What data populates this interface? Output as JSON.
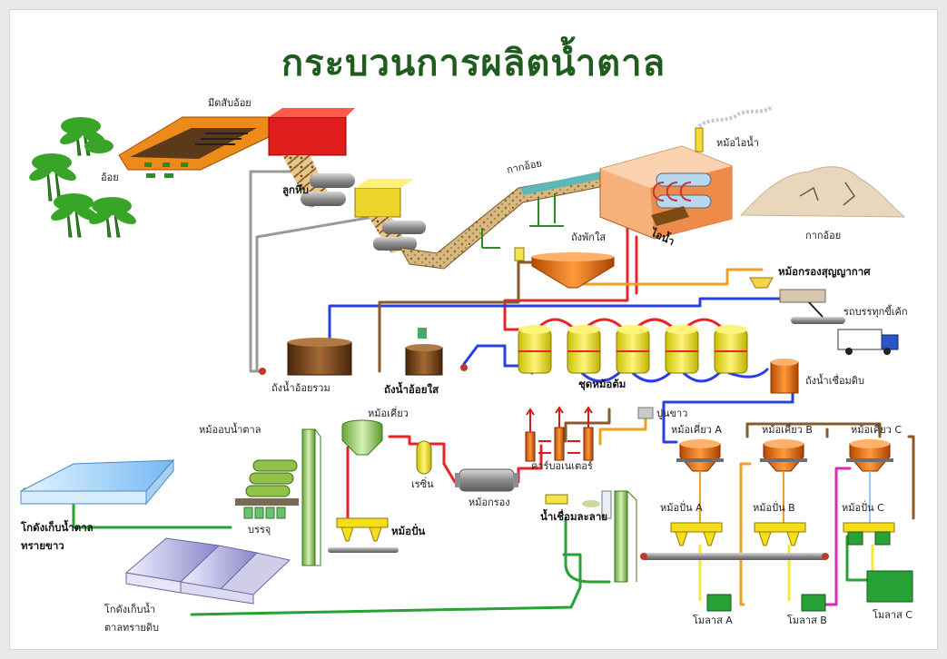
{
  "title": "กระบวนการผลิตน้ำตาล",
  "labels": {
    "cutter": "มีดสับอ้อย",
    "cane": "อ้อย",
    "rollers": "ลูกหีบ",
    "bagasse_conveyor": "กากอ้อย",
    "boiler": "หม้อไอน้ำ",
    "steam": "ไอน้ำ",
    "bagasse_pile": "กากอ้อย",
    "clarifier": "ถังพักใส",
    "vacuum_filter": "หม้อกรองสุญญากาศ",
    "truck": "รถบรรทุกขี้เค้ก",
    "mixed_juice_tank": "ถังน้ำอ้อยรวม",
    "clear_juice_tank": "ถังน้ำอ้อยใส",
    "evaporators": "ชุดหม้อต้ม",
    "syrup_tank": "ถังน้ำเชื่อมดิบ",
    "lime": "ปูนขาว",
    "pan_a": "หม้อเคี่ยว A",
    "pan_b": "หม้อเคี่ยว B",
    "pan_c": "หม้อเคี่ยว C",
    "carbonator": "คาร์บอเนเตอร์",
    "filter": "หม้อกรอง",
    "resin": "เรซิ่น",
    "refine_pan": "หม้อเคี่ยว",
    "dryer": "หม้ออบน้ำตาล",
    "packing": "บรรจุ",
    "centrifuge": "หม้อปั่น",
    "syrup_station": "น้ำเชื่อมละลาย",
    "cent_a": "หม้อปั่น A",
    "cent_b": "หม้อปั่น B",
    "cent_c": "หม้อปั่น C",
    "white_store_1": "โกดังเก็บน้ำตาล",
    "white_store_2": "ทรายขาว",
    "raw_store_1": "โกดังเก็บน้ำ",
    "raw_store_2": "ตาลทรายดิบ",
    "molasses_a": "โมลาส A",
    "molasses_b": "โมลาส B",
    "molasses_c": "โมลาส C"
  },
  "colors": {
    "title": "#1f5c1d",
    "steam_line": "#e8232a",
    "juice_line": "#2a3fe0",
    "sugar_line": "#27a236",
    "return_line": "#8a5a2b",
    "molasses_line": "#f0a020",
    "gray_line": "#9a9a9a"
  }
}
